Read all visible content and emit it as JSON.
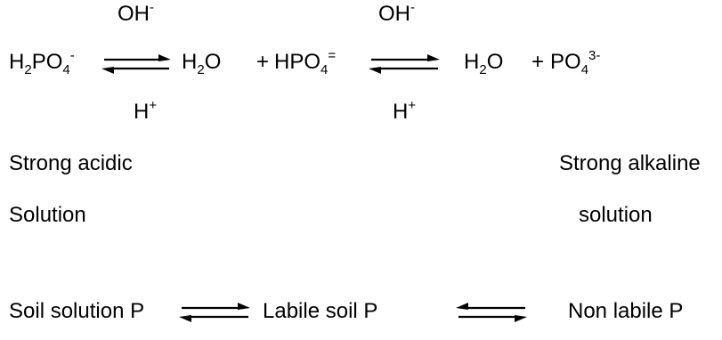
{
  "equation": {
    "catalyst_top_1": {
      "base": "OH",
      "sup": "-"
    },
    "catalyst_top_2": {
      "base": "OH",
      "sup": "-"
    },
    "catalyst_bottom_1": {
      "base": "H",
      "sup": "+"
    },
    "catalyst_bottom_2": {
      "base": "H",
      "sup": "+"
    },
    "species_1": {
      "h": "H",
      "h_sub": "2",
      "po": "PO",
      "po_sub": "4",
      "charge": "-"
    },
    "species_2": {
      "h": "H",
      "h_sub": "2",
      "o": "O"
    },
    "plus_1": "+",
    "species_3": {
      "text": "HPO",
      "sub": "4",
      "charge": "="
    },
    "species_4": {
      "h": "H",
      "h_sub": "2",
      "o": "O"
    },
    "plus_2": "+",
    "species_5": {
      "text": "PO",
      "sub": "4",
      "charge": "3-"
    }
  },
  "labels": {
    "acidic_line1": "Strong acidic",
    "acidic_line2": "Solution",
    "alkaline_line1": "Strong alkaline",
    "alkaline_line2": "solution"
  },
  "pool": {
    "soil_solution": "Soil solution P",
    "labile": "Labile soil  P",
    "non_labile": "Non labile P"
  }
}
